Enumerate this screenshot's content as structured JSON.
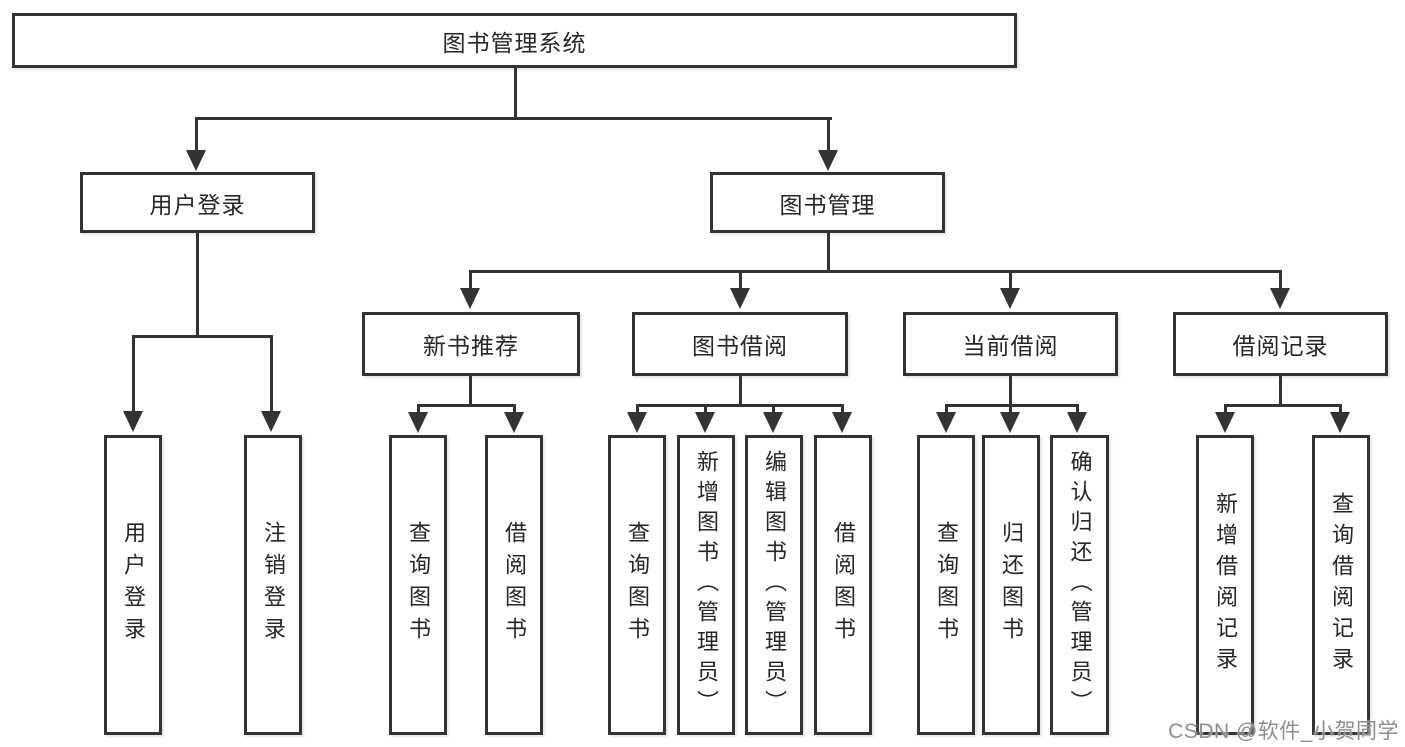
{
  "tree": {
    "label": "图书管理系统",
    "children": [
      {
        "label": "用户登录",
        "children": [
          {
            "label": "用户登录"
          },
          {
            "label": "注销登录"
          }
        ]
      },
      {
        "label": "图书管理",
        "children": [
          {
            "label": "新书推荐",
            "children": [
              {
                "label": "查询图书"
              },
              {
                "label": "借阅图书"
              }
            ]
          },
          {
            "label": "图书借阅",
            "children": [
              {
                "label": "查询图书"
              },
              {
                "label": "新增图书（管理员）"
              },
              {
                "label": "编辑图书（管理员）"
              },
              {
                "label": "借阅图书"
              }
            ]
          },
          {
            "label": "当前借阅",
            "children": [
              {
                "label": "查询图书"
              },
              {
                "label": "归还图书"
              },
              {
                "label": "确认归还（管理员）"
              }
            ]
          },
          {
            "label": "借阅记录",
            "children": [
              {
                "label": "新增借阅记录"
              },
              {
                "label": "查询借阅记录"
              }
            ]
          }
        ]
      }
    ]
  },
  "watermark": {
    "text": "CSDN @软件_小贺同学"
  },
  "colors": {
    "line": "#333333",
    "text": "#262626",
    "watermark": "#8f8c8c",
    "background": "#ffffff"
  }
}
